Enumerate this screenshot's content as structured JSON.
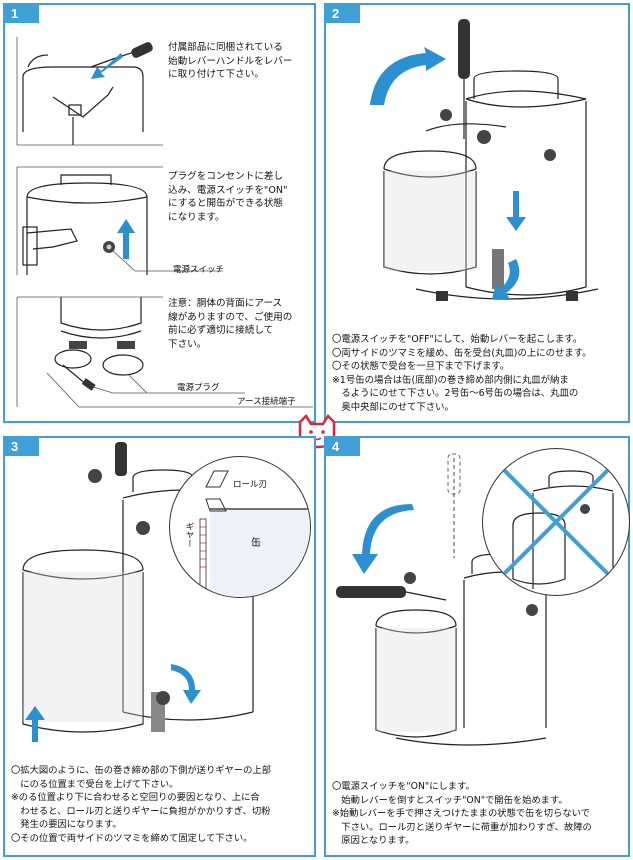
{
  "panels": {
    "p1": {
      "number": "1",
      "step_a": "付属部品に同梱されている\n始動レバーハンドルをレバー\nに取り付けて下さい。",
      "step_b": "プラグをコンセントに差し\n込み、電源スイッチを\"ON\"\nにすると開缶ができる状態\nになります。",
      "label_power_switch": "電源スイッチ",
      "step_c": "注意：胴体の背面にアース\n線がありますので、ご使用の\n前に必ず適切に接続して\n下さい。",
      "label_power_plug": "電源プラグ",
      "label_earth": "アース接続端子"
    },
    "p2": {
      "number": "2",
      "text": "〇電源スイッチを\"OFF\"にして、始動レバーを起こします。\n〇両サイドのツマミを緩め、缶を受台(丸皿)の上にのせます。\n〇その状態で受台を一旦下まで下げます。\n※1号缶の場合は缶(底部)の巻き締め部内側に丸皿が納ま\n　るようにのせて下さい。2号缶～6号缶の場合は、丸皿の\n　奥中央部にのせて下さい。"
    },
    "p3": {
      "number": "3",
      "label_roll_blade": "ロール刃",
      "label_gear": "ギヤー",
      "label_can": "缶",
      "text": "〇拡大図のように、缶の巻き締め部の下側が送りギヤーの上部\n　にのる位置まで受台を上げて下さい。\n※のる位置より下に合わせると空回りの要因となり、上に合\n　わせると、ロール刃と送りギヤーに負担がかかりすぎ、切粉\n　発生の要因になります。\n〇その位置で両サイドのツマミを締めて固定して下さい。"
    },
    "p4": {
      "number": "4",
      "text": "〇電源スイッチを\"ON\"にします。\n　始動レバーを倒すとスイッチ\"ON\"で開缶を始めます。\n※始動レバーを手で押さえつけたままの状態で缶を切らないで\n　下さい。ロール刃と送りギヤーに荷重が加わりすぎ、故障の\n　原因となります。"
    }
  },
  "colors": {
    "accent": "#3fa0d8",
    "arrow": "#2b8fd0",
    "mascot": "#e0243a"
  },
  "icons": [
    "arrow-icon",
    "cat-mascot-icon"
  ]
}
